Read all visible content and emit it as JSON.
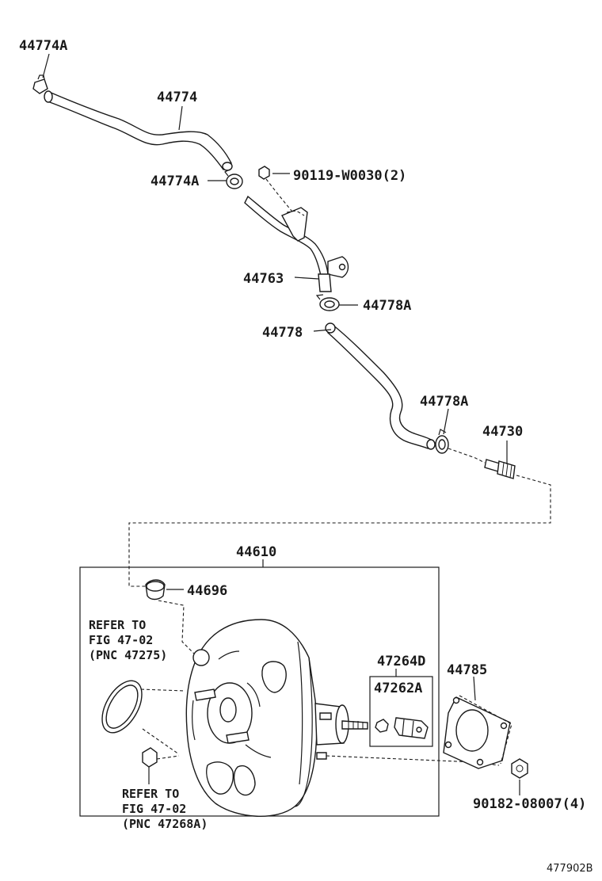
{
  "diagram": {
    "figure_id": "477902B",
    "labels": {
      "hose_upper_clamp_top": "44774A",
      "hose_upper": "44774",
      "hose_upper_clamp_bottom": "44774A",
      "bolt": "90119-W0030(2)",
      "pipe": "44763",
      "hose_lower_clamp_top": "44778A",
      "hose_lower": "44778",
      "hose_lower_clamp_bottom": "44778A",
      "check_valve": "44730",
      "booster_assy": "44610",
      "grommet": "44696",
      "ref1_line1": "REFER TO",
      "ref1_line2": "FIG 47-02",
      "ref1_line3": "(PNC 47275)",
      "ref2_line1": "REFER TO",
      "ref2_line2": "FIG 47-02",
      "ref2_line3": "(PNC 47268A)",
      "clevis_kit": "47264D",
      "clevis": "47262A",
      "gasket": "44785",
      "nut": "90182-08007(4)"
    }
  }
}
